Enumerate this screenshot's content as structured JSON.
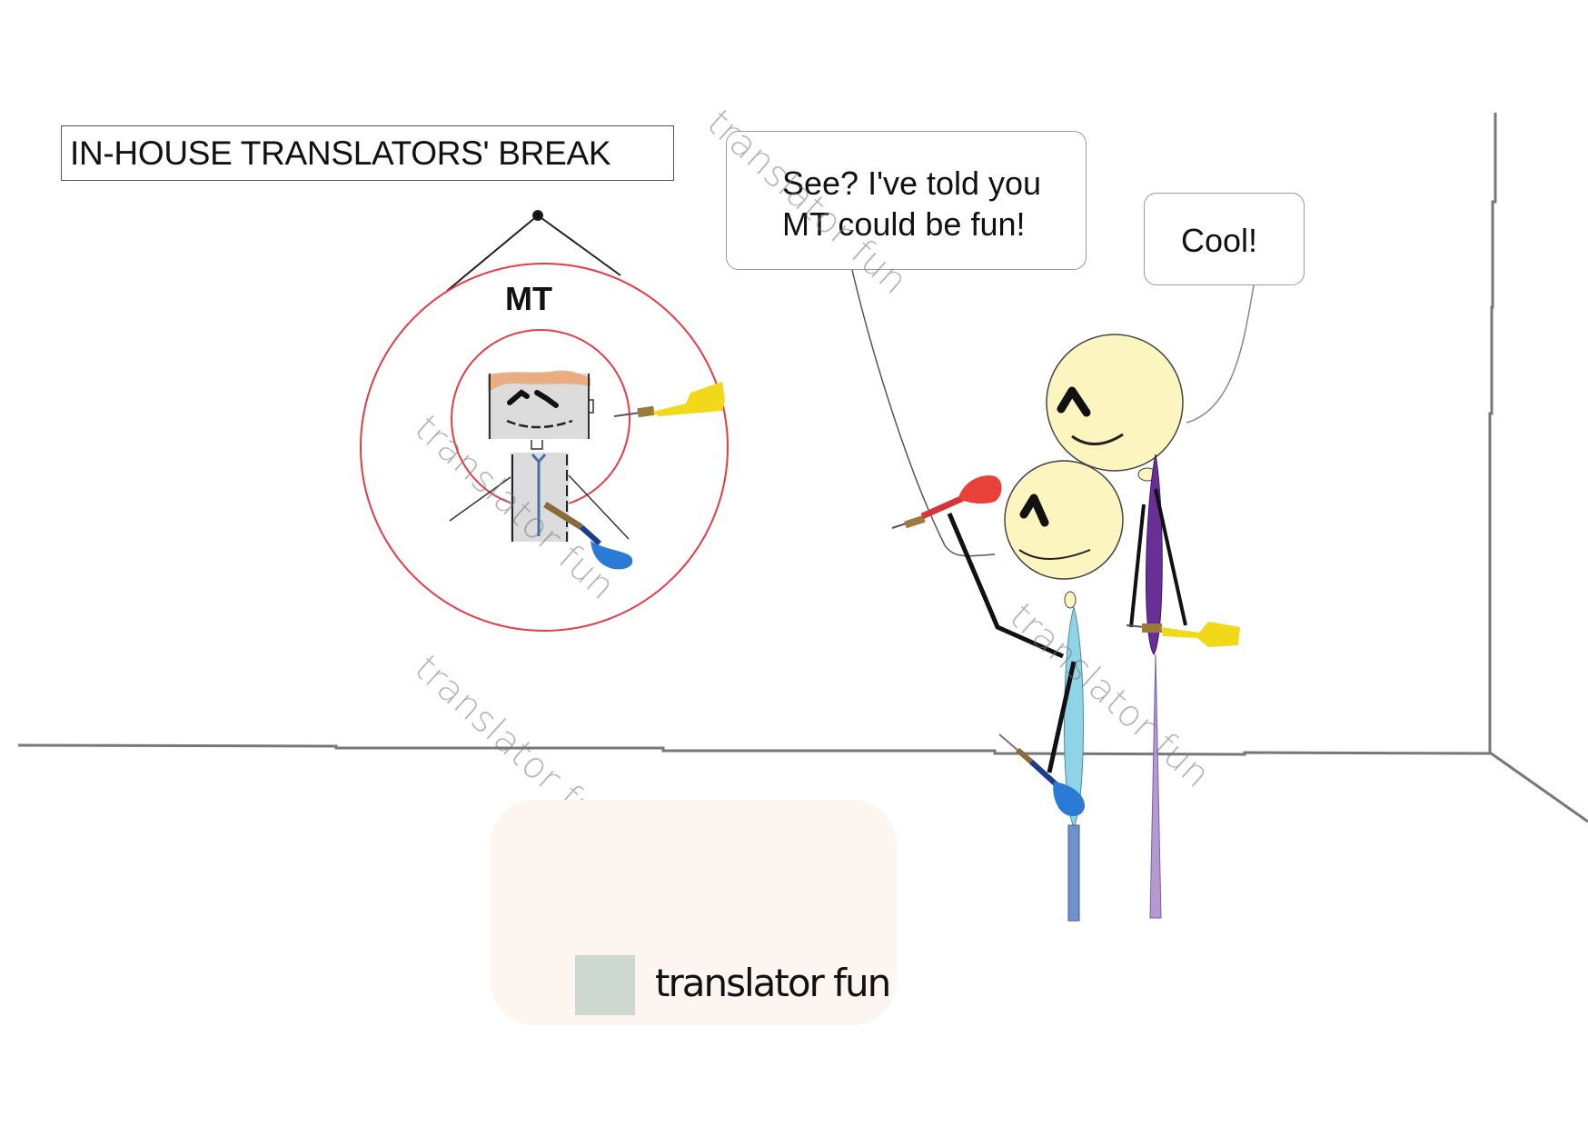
{
  "comic": {
    "title": "IN-HOUSE TRANSLATORS' BREAK",
    "dartboard_label": "MT",
    "speech_bubbles": [
      {
        "speaker": "front-character",
        "text": "See? I've told you\nMT could be fun!"
      },
      {
        "speaker": "back-character",
        "text": "Cool!"
      }
    ],
    "watermark": "translator fun",
    "watermark_count": 4,
    "badge": {
      "label": "translator fun",
      "square_color": "#cdd8d0",
      "background": "#fdf6f0"
    },
    "colors": {
      "dartboard_ring": "#e83a45",
      "head_fill": "#fdf5bf",
      "front_body": "#8fd4e6",
      "front_legs": "#6f92cc",
      "back_body": "#6a2f97",
      "back_legs": "#b49ad0",
      "dart_red": "#e8413a",
      "dart_yellow": "#f2d81a",
      "dart_blue": "#2a7ad6",
      "wall_line": "#777777"
    },
    "darts": [
      "yellow-dart-in-board",
      "blue-dart-in-target",
      "red-dart-in-hand",
      "blue-dart-at-legs",
      "yellow-dart-at-legs"
    ]
  }
}
